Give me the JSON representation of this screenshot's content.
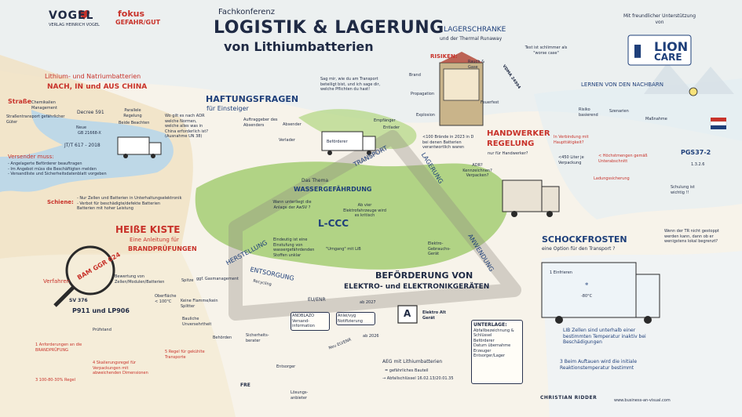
{
  "header": {
    "publisher_logo": "VOGEL",
    "publisher_sub": "VERLAG HEINRICH VOGEL",
    "fokus_1": "fokus",
    "fokus_2": "GEFAHR/GUT",
    "event_kind": "Fachkonferenz",
    "title_line1": "LOGISTIK & LAGERUNG",
    "title_line2": "von Lithiumbatterien",
    "sponsor_note": "Mit freundlicher Unterstützung von",
    "sponsor_logo_1": "LION",
    "sponsor_logo_2": "CARE"
  },
  "china": {
    "title_1": "Lithium- und Natriumbatterien",
    "title_2": "NACH, IN und AUS CHINA",
    "strasse": "Straße",
    "chem": "Chemikalien Management",
    "decree": "Decree 591",
    "strassentransport": "Straßentransport gefährlicher Güter",
    "gb": "GB 21668-X",
    "jt": "JT/T 617 - 2018",
    "neue": "Neue",
    "parallele": "Parallele Regelung",
    "beide": "Beide Beachten",
    "versender_muss": "Versender muss:",
    "list": [
      "- Angelagerte Beförderer beauftragen",
      "- Im Angebot müss die Beschäftigten melden",
      "- Versandliste und Sicherheitsdatenblatt vorgeben"
    ],
    "schiene": "Schiene:",
    "schiene_list": [
      "- Nur Zellen und Batterien in Unterhaltungselektronik",
      "- Verbot für beschädigte/defekte Batterien",
      "Batterien mit hoher Leistung"
    ],
    "adr_q": "Wo gilt es nach ADR welche Normen, welche alles was in China erforderlich ist? (Ausnahme UN 38)"
  },
  "haftung": {
    "title_1": "HAFTUNGSFRAGEN",
    "title_2": "für Einsteiger",
    "auftraggeber": "Auftraggeber des Absenders",
    "absender": "Absender",
    "verlader": "Verlader",
    "befoerderer": "Beförderer",
    "empfaenger": "Empfänger",
    "entlade": "Entlader",
    "question": "Sag mir, wie du am Transport beteiligt bist, und ich sage dir, welche Pflichten du hast!"
  },
  "lager": {
    "title_1": "LAGERSCHRANKE",
    "title_2": "und der Thermal Runaway",
    "risiken": "RISIKEN:",
    "brand": "Brand",
    "rauch": "Rauch & Gase",
    "propagation": "Propagation",
    "explosion": "Explosion",
    "feuerfest": "Feuerfest",
    "vdma": "VDMA 24994",
    "bubble": "Test ist schlimmer als \"worse case\"",
    "stat": "<100 Brände in 2023 in D bei denen Batterien verantwortlich waren"
  },
  "nachbarn": {
    "title": "LERNEN VON DEN NACHBARN",
    "risiko": "Risiko basierend",
    "szenarien": "Szenarien",
    "massnahme": "Maßnahme",
    "pgs": "PGS37-2",
    "pgs_num": "1.3.2.6"
  },
  "hw": {
    "title_1": "HANDWERKER",
    "title_2": "REGELUNG",
    "sub": "nur für Handwerker?",
    "bedingung": "In Verbindung mit Haupttätigkeit?",
    "menge": "<450 Liter je Verpackung",
    "hoechst": "< Höchstmengen gemäß Unterabschnitt",
    "ladung": "Ladungssicherung",
    "adr": "ADR? Kennzeichnen? Verpacken?",
    "schulung": "Schulung ist wichtig !!"
  },
  "wasser": {
    "title_1": "Das Thema",
    "title_2": "WASSERGEFÄHRDUNG",
    "q1": "Wann unterliegt die Anlage der AwSV ?",
    "q2": "Ab vier Elektrofahrzeuge wird es kritisch",
    "lcc": "L-CCC",
    "umgang": "\"Umgang\" mit LiB",
    "eindeutig": "Eindeutig ist eine Einstufung von wassergefährdenden Stoffen unklar"
  },
  "triangle": {
    "transport": "TRANSPORT",
    "lagerung": "LAGERUNG",
    "herstellung": "HERSTELLUNG",
    "anwendung": "ANWENDUNG",
    "entsorgung": "ENTSORGUNG",
    "recycling": "Recycling",
    "elektrik": "Elektro-Gebrauchs-Gerät"
  },
  "kiste": {
    "title_1": "HEIßE KISTE",
    "title_2": "Eine Anleitung für",
    "title_3": "BRANDPRÜFUNGEN",
    "bam": "BAM GGR 024",
    "verfahren": "Verfahren",
    "bewertung": "Bewertung von Zellen/Modulen/Batterien",
    "sv376": "SV 376",
    "p911": "P911 und LP906",
    "spitze": "Spitze",
    "ggf": "ggf. Gasmanagement",
    "oberflaeche": "Oberfläche < 100°C",
    "keine_flamme": "Keine Flamme/kein Splitter",
    "bauliche": "Bauliche Unversehrtheit",
    "pruefstand": "Prüfstand",
    "list": [
      "1 Anforderungen an die BRANDPRÜFUNG",
      "3 100-80-30% Regel",
      "4 Skalierungsregel für Verpackungen mit abweichenden Dimensionen",
      "5 Regel für gekühlte Transporte"
    ]
  },
  "foerderung": {
    "title_1": "BEFÖRDERUNG VON",
    "title_2": "ELEKTRO- und ELEKTRONIKGERÄTEN",
    "eu": "EU/ENR",
    "ab2027": "ab 2027",
    "andblazo": "ANDBLAZO Versand-information",
    "anlei": "Anlei/vyg Notifizierung",
    "elektro_alt": "Elektro Alt Gerät",
    "neu": "Neu EU/ENR",
    "ab2026": "ab 2026",
    "aeg_1": "AEG mit Lithiumbatterien",
    "aeg_2": "= gefährliches Bauteil",
    "aeg_3": "→ Abfallschlüssel 16.02.13/20.01.35",
    "unterlage": "UNTERLAGE:",
    "unter_list": [
      "Abfallbezeichnung & Schlüssel",
      "Beförderer",
      "Datum übernahme",
      "Erzeuger",
      "Entsorger/Lager"
    ],
    "stakeholder": [
      "Behörden",
      "Sicherheits-berater",
      "FRE",
      "Entsorger",
      "Lösungs-anbieter"
    ]
  },
  "schock": {
    "title_1": "SCHOCKFROSTEN",
    "title_2": "eine Option für den Transport ?",
    "einfrieren": "1 Einfrieren",
    "mind": "-80°C",
    "tr": "Wenn der TR nicht gestoppt werden kann, dann ob er wenigstens lokal begrenzt?",
    "p1": "LIB Zellen sind unterhalb einer bestimmten Temperatur inaktiv bei Beschädigungen",
    "p3": "3 Beim Auftauen wird die initiale Reaktionstemperatur bestimmt"
  },
  "footer": {
    "artist": "CHRISTIAN RIDDER",
    "url": "www.business-an-visual.com"
  },
  "colors": {
    "navy": "#1e3f7a",
    "red": "#c8322a",
    "green": "#9bc46a",
    "sky": "#bcd8ea",
    "sand": "#f0ddb8"
  }
}
